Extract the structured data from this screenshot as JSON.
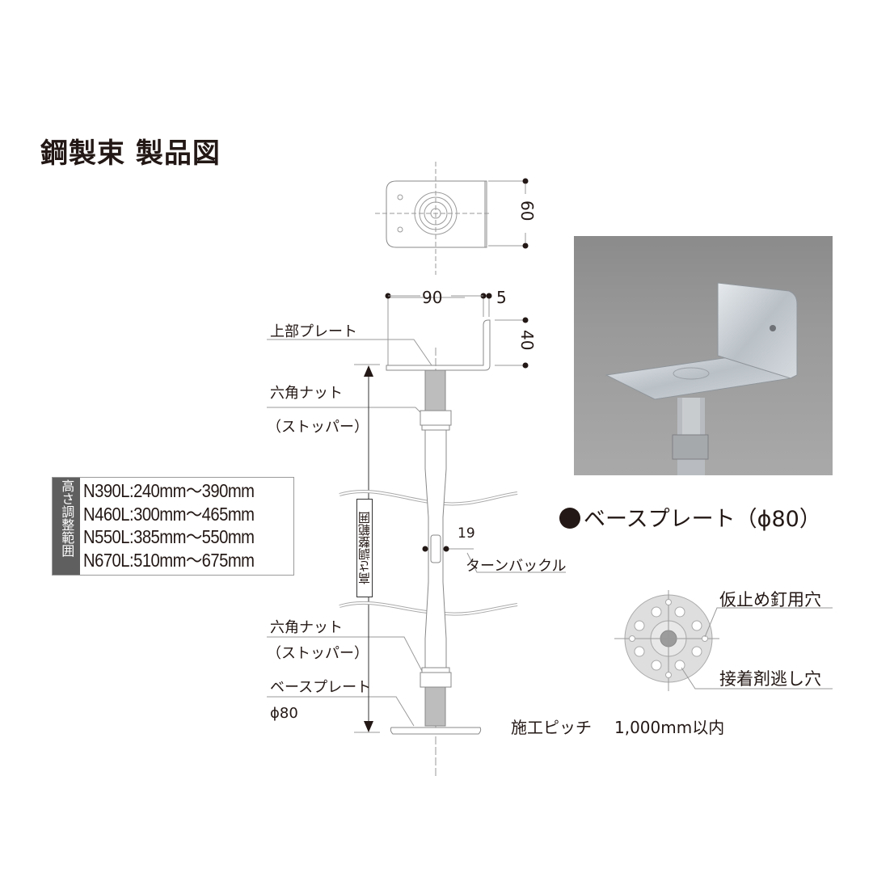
{
  "title": "鋼製束 製品図",
  "dimensions": {
    "top_plate_height": "60",
    "top_plate_width": "90",
    "top_plate_thickness": "5",
    "top_plate_flange": "40",
    "turnbuckle_width": "19"
  },
  "labels": {
    "upper_plate": "上部プレート",
    "hex_nut_top": "六角ナット",
    "stopper_top": "（ストッパー）",
    "turnbuckle": "ターンバックル",
    "hex_nut_bottom": "六角ナット",
    "stopper_bottom": "（ストッパー）",
    "base_plate": "ベースプレート",
    "base_plate_dia": "ϕ80",
    "height_range_vertical": "高さ調整範囲"
  },
  "height_range_table": {
    "header": "高さ調整範囲",
    "rows": [
      "N390L:240mm〜390mm",
      "N460L:300mm〜465mm",
      "N550L:385mm〜550mm",
      "N670L:510mm〜675mm"
    ]
  },
  "base_plate_section": {
    "title": "ベースプレート（ϕ80）",
    "nail_hole_label": "仮止め釘用穴",
    "adhesive_hole_label": "接着剤逃し穴"
  },
  "pitch": {
    "label": "施工ピッチ",
    "value": "1,000mm以内"
  },
  "colors": {
    "ink": "#231815",
    "line": "#9a9a9a",
    "table_header_bg": "#5f5f5f",
    "photo_bg": "#999999",
    "plate_fill": "#d9d9d9"
  }
}
